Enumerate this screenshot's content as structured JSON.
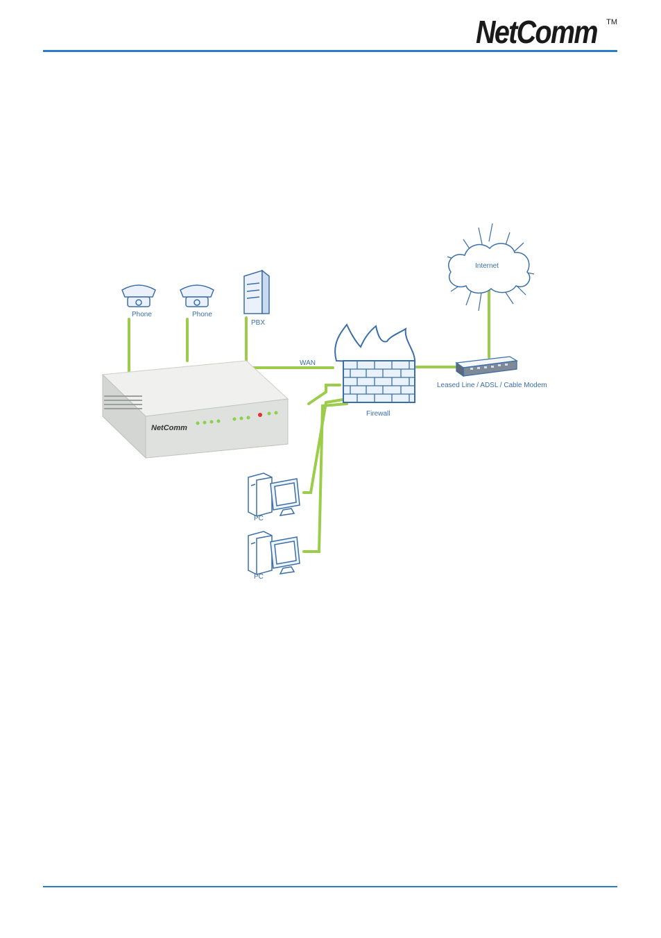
{
  "header": {
    "brand": "NetComm",
    "trademark": "TM"
  },
  "device": {
    "brand": "NetComm"
  },
  "labels": {
    "phone1": "Phone",
    "phone2": "Phone",
    "pbx": "PBX",
    "wan": "WAN",
    "internet": "Internet",
    "firewall": "Firewall",
    "modem": "Leased Line / ADSL / Cable Modem",
    "pc1": "PC",
    "pc2": "PC"
  },
  "colors": {
    "link": "#9ccd4a",
    "outline": "#3a6ea8",
    "rule": "#2b7cc6"
  }
}
